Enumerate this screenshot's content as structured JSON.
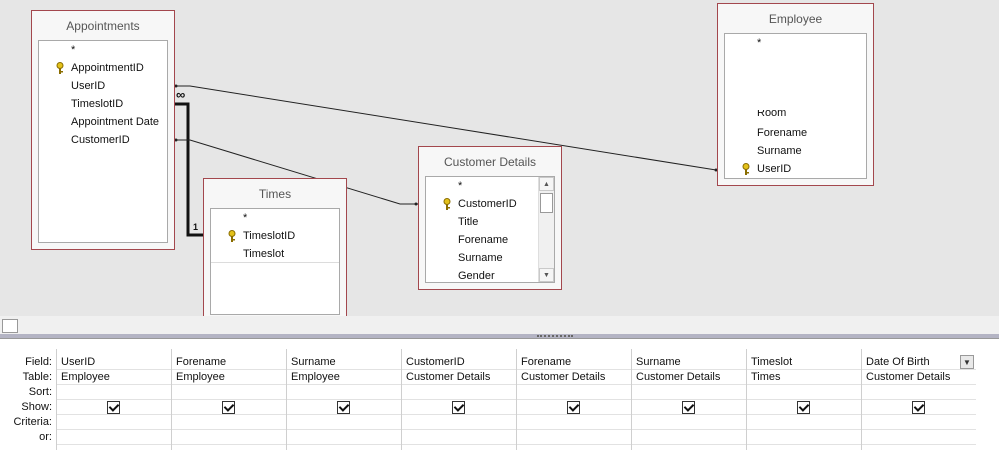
{
  "tables": {
    "appointments": {
      "title": "Appointments",
      "fields": [
        "*",
        "AppointmentID",
        "UserID",
        "TimeslotID",
        "Appointment Date",
        "CustomerID"
      ],
      "key_field": "AppointmentID"
    },
    "times": {
      "title": "Times",
      "fields": [
        "*",
        "TimeslotID",
        "Timeslot"
      ],
      "key_field": "TimeslotID"
    },
    "customer_details": {
      "title": "Customer Details",
      "fields": [
        "*",
        "CustomerID",
        "Title",
        "Forename",
        "Surname",
        "Gender"
      ],
      "key_field": "CustomerID"
    },
    "employee": {
      "title": "Employee",
      "fields": [
        "*",
        "Room",
        "Forename",
        "Surname",
        "UserID"
      ],
      "key_field": "UserID"
    }
  },
  "relationship_labels": {
    "many": "∞",
    "one": "1"
  },
  "grid": {
    "row_labels": [
      "Field:",
      "Table:",
      "Sort:",
      "Show:",
      "Criteria:",
      "or:"
    ],
    "columns": [
      {
        "field": "UserID",
        "table": "Employee",
        "show": true
      },
      {
        "field": "Forename",
        "table": "Employee",
        "show": true
      },
      {
        "field": "Surname",
        "table": "Employee",
        "show": true
      },
      {
        "field": "CustomerID",
        "table": "Customer Details",
        "show": true
      },
      {
        "field": "Forename",
        "table": "Customer Details",
        "show": true
      },
      {
        "field": "Surname",
        "table": "Customer Details",
        "show": true
      },
      {
        "field": "Timeslot",
        "table": "Times",
        "show": true
      },
      {
        "field": "Date Of Birth",
        "table": "Customer Details",
        "show": true
      }
    ]
  },
  "icons": {
    "key": "key-icon",
    "dropdown": "chevron-down-icon",
    "scroll_up": "scroll-up-icon",
    "scroll_down": "scroll-down-icon"
  },
  "colors": {
    "table_border": "#a3474d",
    "pane_bg": "#e6e6e6",
    "key_gold": "#c8a000"
  }
}
